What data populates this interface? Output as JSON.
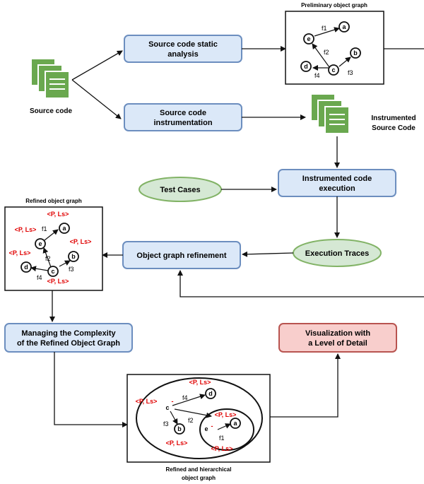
{
  "processes": {
    "static_analysis": [
      "Source code static",
      "analysis"
    ],
    "instrumentation": [
      "Source code",
      "instrumentation"
    ],
    "instrumented_execution": [
      "Instrumented code",
      "execution"
    ],
    "refinement": "Object graph refinement",
    "complexity": [
      "Managing the Complexity",
      "of the Refined Object Graph"
    ],
    "visualization": [
      "Visualization with",
      "a Level of Detail"
    ]
  },
  "ellipses": {
    "test_cases": "Test Cases",
    "execution_traces": "Execution Traces"
  },
  "labels": {
    "source_code": "Source code",
    "instrumented_source": [
      "Instrumented",
      "Source Code"
    ],
    "preliminary_graph": "Preliminary object graph",
    "refined_graph": "Refined object graph",
    "hierarchical_graph": [
      "Refined and hierarchical",
      "object graph"
    ]
  },
  "graph": {
    "nodes": [
      "a",
      "b",
      "c",
      "d",
      "e"
    ],
    "edges": [
      "f1",
      "f2",
      "f3",
      "f4"
    ],
    "annotation": "<P, Ls>",
    "dash": "-"
  },
  "colors": {
    "process_fill": "#dbe8f8",
    "process_stroke": "#6c8ebf",
    "ellipse_fill": "#d5e8d4",
    "ellipse_stroke": "#82b366",
    "viz_fill": "#f8cecc",
    "viz_stroke": "#b85450",
    "doc_green": "#6aa84f",
    "annotation_red": "#e00000"
  }
}
